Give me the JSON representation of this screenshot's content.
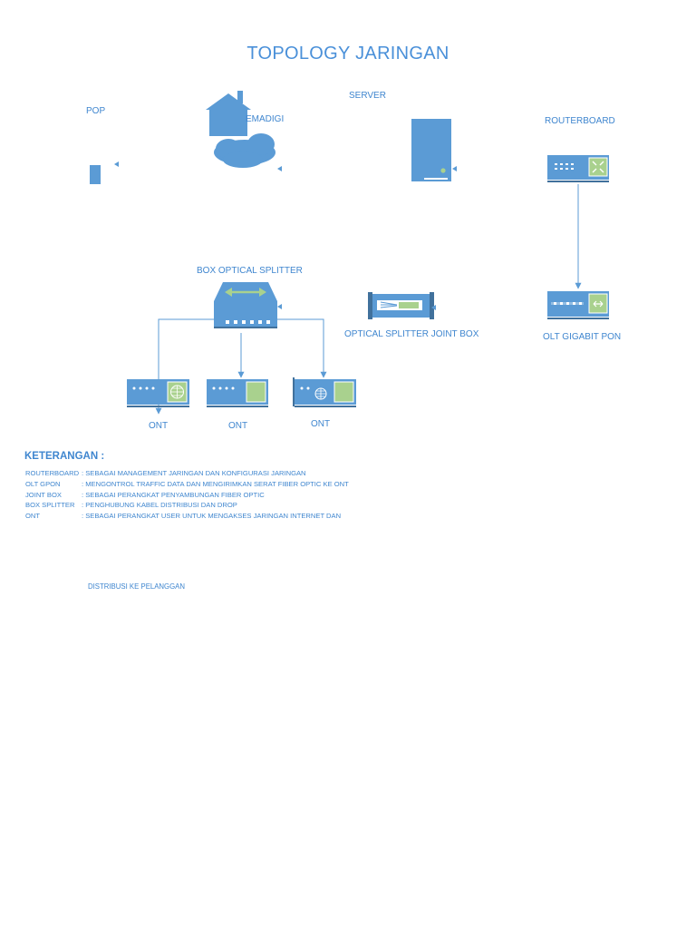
{
  "title": "TOPOLOGY JARINGAN",
  "nodes": {
    "pop": "POP",
    "emadigi": "EMADIGI",
    "server": "SERVER",
    "routerboard": "ROUTERBOARD",
    "box_splitter": "BOX OPTICAL SPLITTER",
    "joint_box": "OPTICAL SPLITTER JOINT BOX",
    "olt": "OLT GIGABIT PON",
    "ont1": "ONT",
    "ont2": "ONT",
    "ont3": "ONT"
  },
  "legend": {
    "title": "KETERANGAN :",
    "items": [
      {
        "term": "ROUTERBOARD",
        "desc": ": SEBAGAI MANAGEMENT JARINGAN DAN KONFIGURASI JARINGAN"
      },
      {
        "term": "OLT GPON",
        "desc": ": MENGONTROL TRAFFIC DATA DAN MENGIRIMKAN SERAT FIBER OPTIC KE ONT"
      },
      {
        "term": "JOINT BOX",
        "desc": ": SEBAGAI PERANGKAT PENYAMBUNGAN FIBER OPTIC"
      },
      {
        "term": "BOX SPLITTER",
        "desc": ": PENGHUBUNG KABEL DISTRIBUSI DAN DROP"
      },
      {
        "term": "ONT",
        "desc": ": SEBAGAI PERANGKAT USER UNTUK MENGAKSES JARINGAN INTERNET DAN"
      }
    ]
  },
  "footer_note": "DISTRIBUSI KE PELANGGAN",
  "colors": {
    "device_blue": "#5b9bd5",
    "device_dark": "#41719c",
    "accent_green": "#a9d18e",
    "text_blue": "#3f86cf"
  }
}
